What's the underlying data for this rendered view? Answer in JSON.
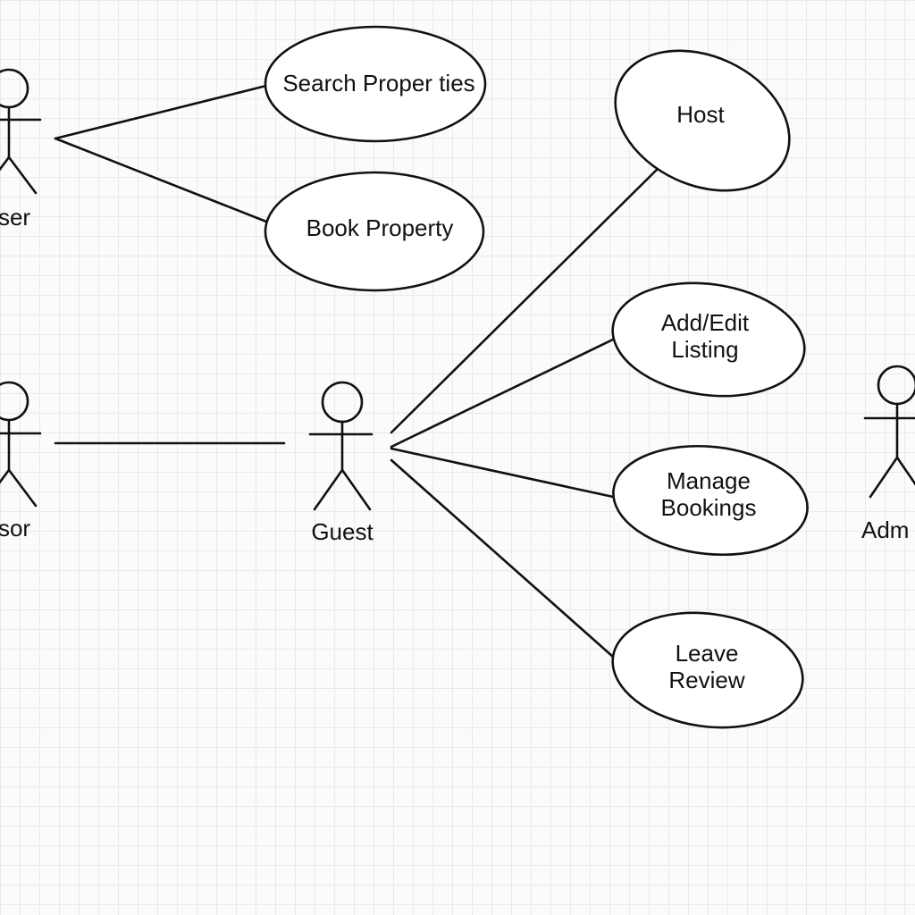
{
  "actors": [
    {
      "id": "actor-user",
      "label": "ser"
    },
    {
      "id": "actor-sor",
      "label": "sor"
    },
    {
      "id": "actor-guest",
      "label": "Guest"
    },
    {
      "id": "actor-admin",
      "label": "Adm"
    }
  ],
  "use_cases": [
    {
      "id": "usecase-search-properties",
      "lines": [
        "Search Proper ties"
      ]
    },
    {
      "id": "usecase-book-property",
      "lines": [
        "Book Property"
      ]
    },
    {
      "id": "usecase-host",
      "lines": [
        "Host"
      ]
    },
    {
      "id": "usecase-add-edit-listing",
      "lines": [
        "Add/Edit",
        "Listing"
      ]
    },
    {
      "id": "usecase-manage-bookings",
      "lines": [
        "Manage",
        "Bookings"
      ]
    },
    {
      "id": "usecase-leave-review",
      "lines": [
        "Leave",
        "Review"
      ]
    }
  ]
}
